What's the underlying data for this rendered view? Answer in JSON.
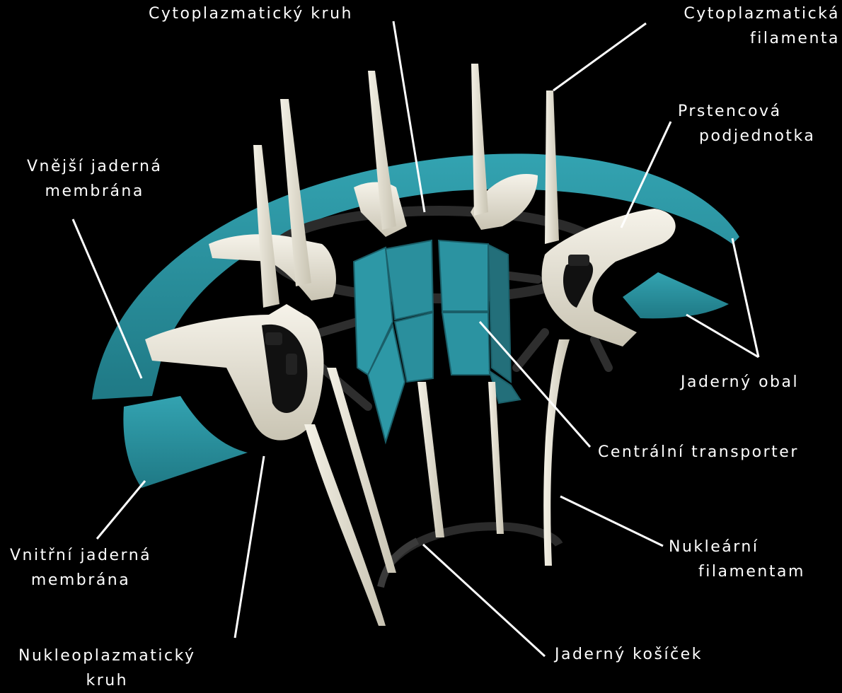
{
  "labels": {
    "cyto_ring": [
      "Cytoplazmatický kruh"
    ],
    "cyto_filaments": [
      "Cytoplazmatická",
      "filamenta"
    ],
    "ring_subunit": [
      "Prstencová",
      "podjednotka"
    ],
    "outer_membrane": [
      "Vnější jaderná",
      "membrána"
    ],
    "nuclear_envelope": [
      "Jaderný obal"
    ],
    "central_transporter": [
      "Centrální transporter"
    ],
    "inner_membrane": [
      "Vnitřní jaderná",
      "membrána"
    ],
    "nuclear_filaments": [
      "Nukleární",
      "filamentam"
    ],
    "nucleoplasmic_ring": [
      "Nukleoplazmatický",
      "kruh"
    ],
    "nuclear_basket": [
      "Jaderný košíček"
    ]
  },
  "colors": {
    "background": "#000000",
    "membrane": "#2a93a2",
    "membrane_dark": "#1e6f7a",
    "protein_white": "#ece9dd",
    "protein_shadow": "#b9b4a4",
    "ring_dark": "#2b2b2b",
    "leader_line": "#ffffff",
    "label_text": "#ffffff"
  }
}
